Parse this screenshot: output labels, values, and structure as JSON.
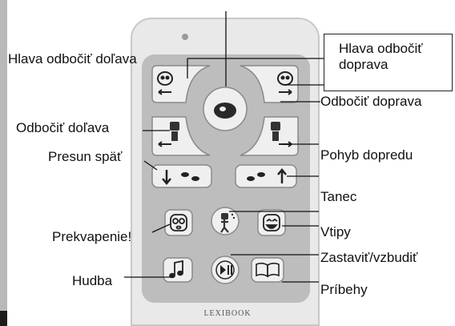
{
  "labels": {
    "head_left": "Hlava odbočiť doľava",
    "head_right_line1": "Hlava odbočiť",
    "head_right_line2": "doprava",
    "turn_right": "Odbočiť doprava",
    "turn_left": "Odbočiť doľava",
    "move_back": "Presun späť",
    "move_forward": "Pohyb dopredu",
    "dance": "Tanec",
    "surprise": "Prekvapenie!",
    "jokes": "Vtipy",
    "music": "Hudba",
    "stop_wake": "Zastaviť/vzbudiť",
    "stories": "Príbehy"
  },
  "brand": "LEXIBOOK"
}
